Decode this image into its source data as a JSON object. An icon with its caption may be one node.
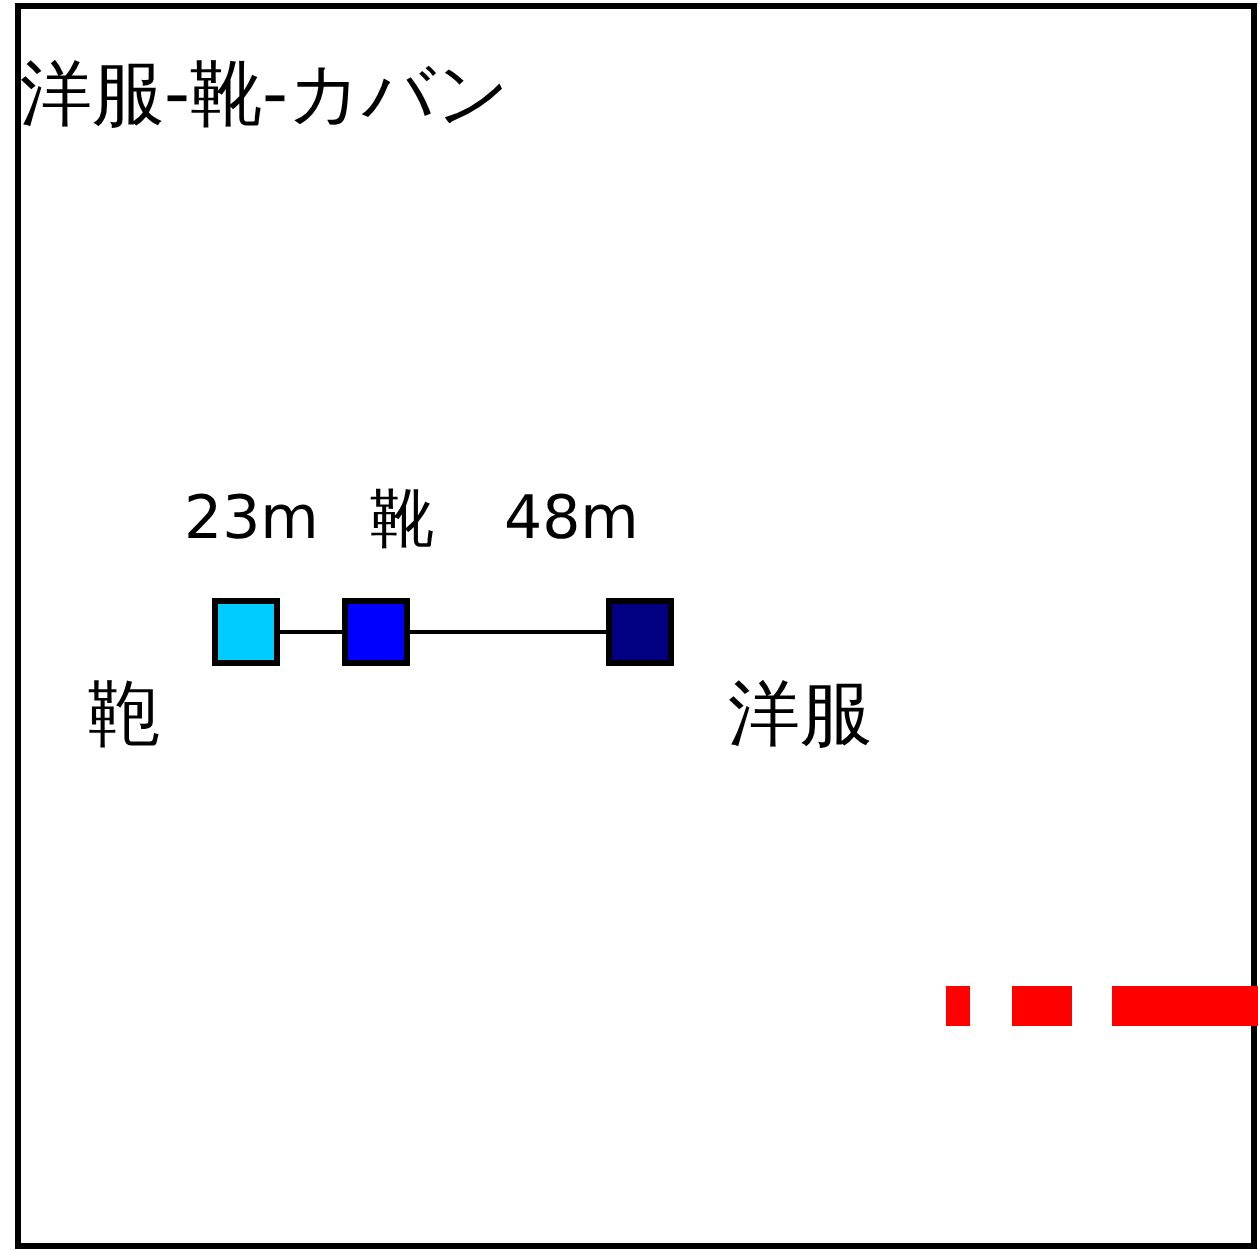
{
  "diagram": {
    "title": "洋服-靴-カバン",
    "nodes": [
      {
        "text": [],
        "shape": "box"
      },
      {
        "text": [],
        "shape": "box"
      },
      {
        "text": [],
        "shape": "box"
      }
    ],
    "edges": [
      {
        "from": 0,
        "to": 1,
        "arrow": "none"
      },
      {
        "from": 1,
        "to": 2,
        "arrow": "none"
      }
    ],
    "labels": [
      "23m",
      "靴",
      "48m",
      "鞄",
      "洋服"
    ]
  }
}
